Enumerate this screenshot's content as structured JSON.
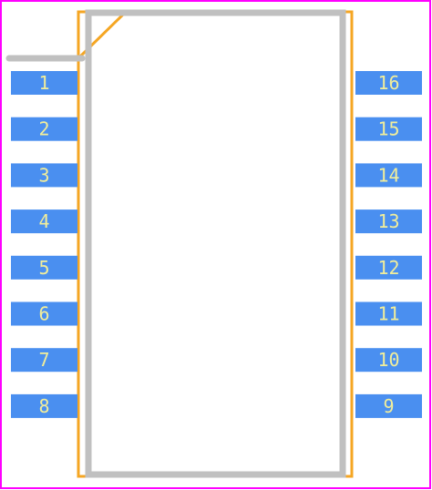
{
  "footprint": {
    "pins_left": [
      "1",
      "2",
      "3",
      "4",
      "5",
      "6",
      "7",
      "8"
    ],
    "pins_right": [
      "16",
      "15",
      "14",
      "13",
      "12",
      "11",
      "10",
      "9"
    ]
  },
  "colors": {
    "board_border": "#ff00ff",
    "pad": "#4a8ff0",
    "pad_label": "#f2ee9a",
    "courtyard": "#f5a623",
    "silkscreen": "#c0c0c0"
  }
}
